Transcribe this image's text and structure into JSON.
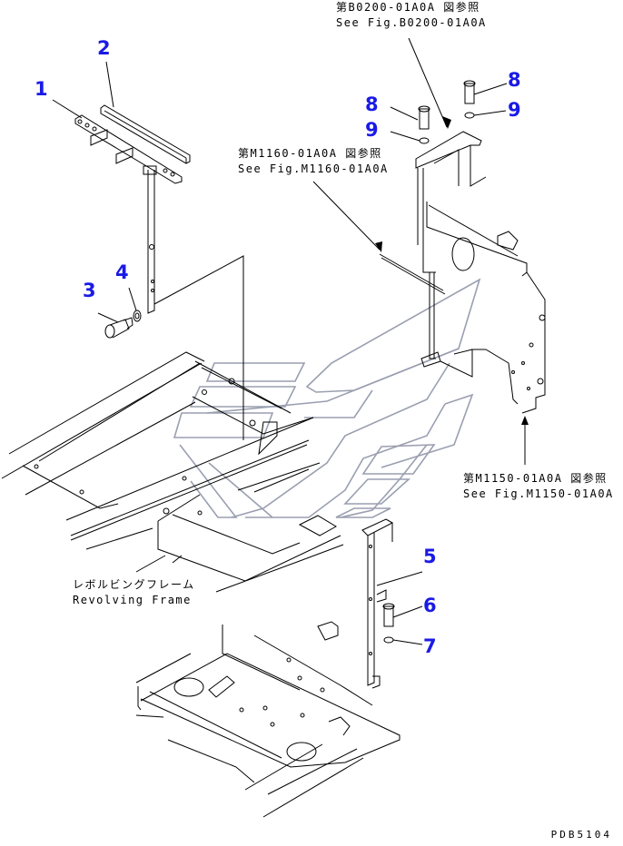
{
  "figure": {
    "code": "PDB5104",
    "callouts": [
      {
        "id": "1",
        "label": "1"
      },
      {
        "id": "2",
        "label": "2"
      },
      {
        "id": "3",
        "label": "3"
      },
      {
        "id": "4",
        "label": "4"
      },
      {
        "id": "5",
        "label": "5"
      },
      {
        "id": "6",
        "label": "6"
      },
      {
        "id": "7",
        "label": "7"
      },
      {
        "id": "8a",
        "label": "8"
      },
      {
        "id": "9a",
        "label": "9"
      },
      {
        "id": "8b",
        "label": "8"
      },
      {
        "id": "9b",
        "label": "9"
      }
    ],
    "references": [
      {
        "jp": "第B0200-01A0A 図参照",
        "en": "See Fig.B0200-01A0A"
      },
      {
        "jp": "第M1160-01A0A 図参照",
        "en": "See Fig.M1160-01A0A"
      },
      {
        "jp": "第M1150-01A0A 図参照",
        "en": "See Fig.M1150-01A0A"
      }
    ],
    "frame_label": {
      "jp": "レボルビングフレーム",
      "en": "Revolving Frame"
    }
  },
  "colors": {
    "callout": "#1a1ae6",
    "line": "#000000",
    "watermark": "#9a9fb0"
  }
}
